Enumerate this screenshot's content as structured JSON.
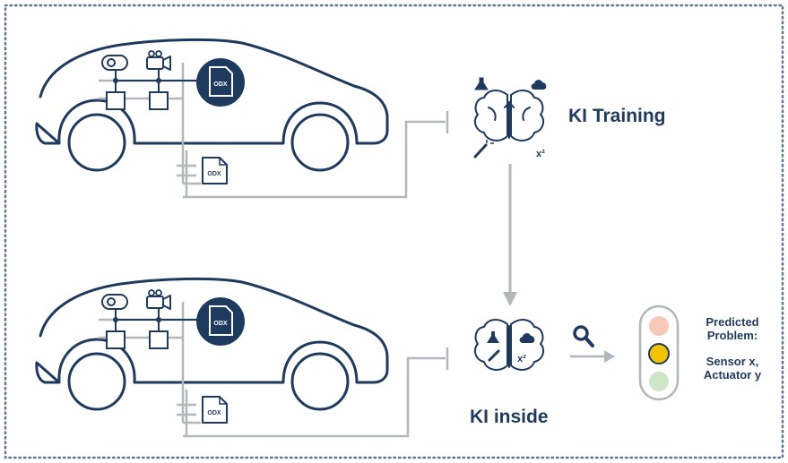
{
  "labels": {
    "ki_training": "KI Training",
    "ki_inside": "KI inside"
  },
  "prediction": {
    "line1": "Predicted",
    "line2": "Problem:",
    "line3": "Sensor x,",
    "line4": "Actuator y"
  },
  "odx_label": "ODX",
  "x_squared": "x²",
  "icons": {
    "brain": "brain-icon",
    "search": "magnifier-icon",
    "camera": "video-camera-icon",
    "sensor": "sensor-pill-icon",
    "flask": "flask-icon",
    "cloud": "cloud-icon",
    "wand": "wand-icon",
    "document": "odx-document-icon",
    "traffic_light": "traffic-light-icon"
  },
  "colors": {
    "navy": "#1f3a5f",
    "gray_connector": "#b3b6ba",
    "border_dots": "#5f7691",
    "light_red": "#f6c9b8",
    "amber": "#f2c200",
    "light_green": "#cfe6c6"
  }
}
